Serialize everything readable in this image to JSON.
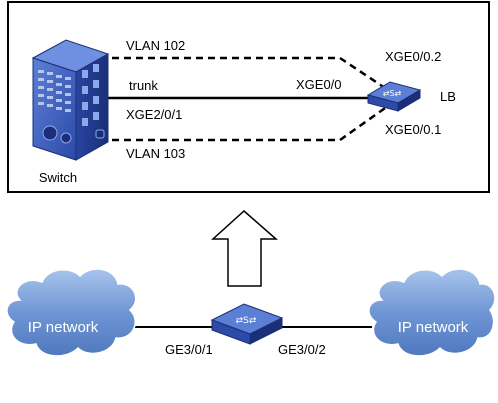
{
  "top_box": {
    "switch_label": "Switch",
    "lb_label": "LB",
    "links": {
      "vlan_top": "VLAN 102",
      "trunk": "trunk",
      "switch_port": "XGE2/0/1",
      "vlan_bottom": "VLAN 103",
      "lb_port_main": "XGE0/0",
      "lb_port_top": "XGE0/0.2",
      "lb_port_bottom": "XGE0/0.1"
    }
  },
  "bottom": {
    "left_cloud": "IP network",
    "right_cloud": "IP network",
    "left_port": "GE3/0/1",
    "right_port": "GE3/0/2"
  },
  "colors": {
    "device_blue": "#2c4aa8",
    "device_dark": "#1a2f78",
    "cloud_blue": "#7aa0d8",
    "line": "#000000"
  }
}
